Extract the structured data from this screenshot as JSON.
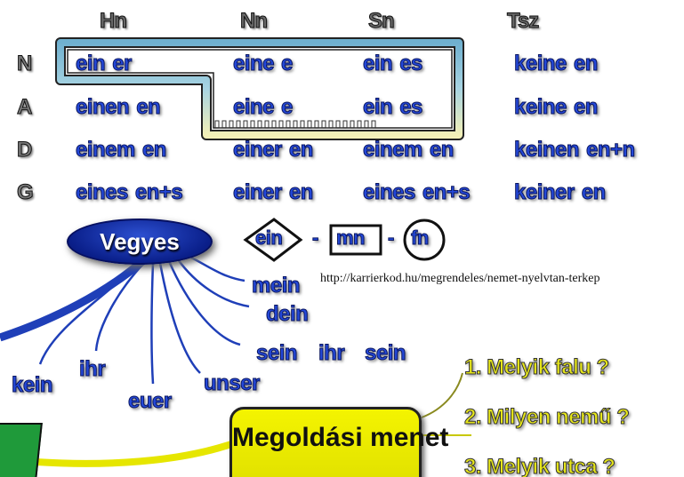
{
  "columns": [
    "Hn",
    "Nn",
    "Sn",
    "Tsz"
  ],
  "rows": [
    {
      "case": "N",
      "cells": [
        [
          "ein",
          "er"
        ],
        [
          "eine",
          "e"
        ],
        [
          "ein",
          "es"
        ],
        [
          "keine",
          "en"
        ]
      ]
    },
    {
      "case": "A",
      "cells": [
        [
          "einen",
          "en"
        ],
        [
          "eine",
          "e"
        ],
        [
          "ein",
          "es"
        ],
        [
          "keine",
          "en"
        ]
      ]
    },
    {
      "case": "D",
      "cells": [
        [
          "einem",
          "en"
        ],
        [
          "einer",
          "en"
        ],
        [
          "einem",
          "en"
        ],
        [
          "keinen",
          "en+n"
        ]
      ]
    },
    {
      "case": "G",
      "cells": [
        [
          "eines",
          "en+s"
        ],
        [
          "einer",
          "en"
        ],
        [
          "eines",
          "en+s"
        ],
        [
          "keiner",
          "en"
        ]
      ]
    }
  ],
  "vegyes": {
    "label": "Vegyes",
    "pattern": [
      "ein",
      "-",
      "mn",
      "-",
      "fn"
    ]
  },
  "url": "http://karrierkod.hu/megrendeles/nemet-nyelvtan-terkep",
  "possessives": {
    "mein": "mein",
    "dein": "dein",
    "sein_ihr_sein": [
      "sein",
      "ihr",
      "sein"
    ],
    "unser": "unser",
    "euer": "euer",
    "ihr": "ihr",
    "kein": "kein"
  },
  "solution": {
    "label": "Megoldási menet",
    "steps": [
      "1. Melyik falu ?",
      "2. Milyen nemű ?",
      "3. Melyik utca ?"
    ]
  },
  "colors": {
    "blue": "#2448d8",
    "yellow": "#e6e61a",
    "green": "#1f9a3a"
  }
}
